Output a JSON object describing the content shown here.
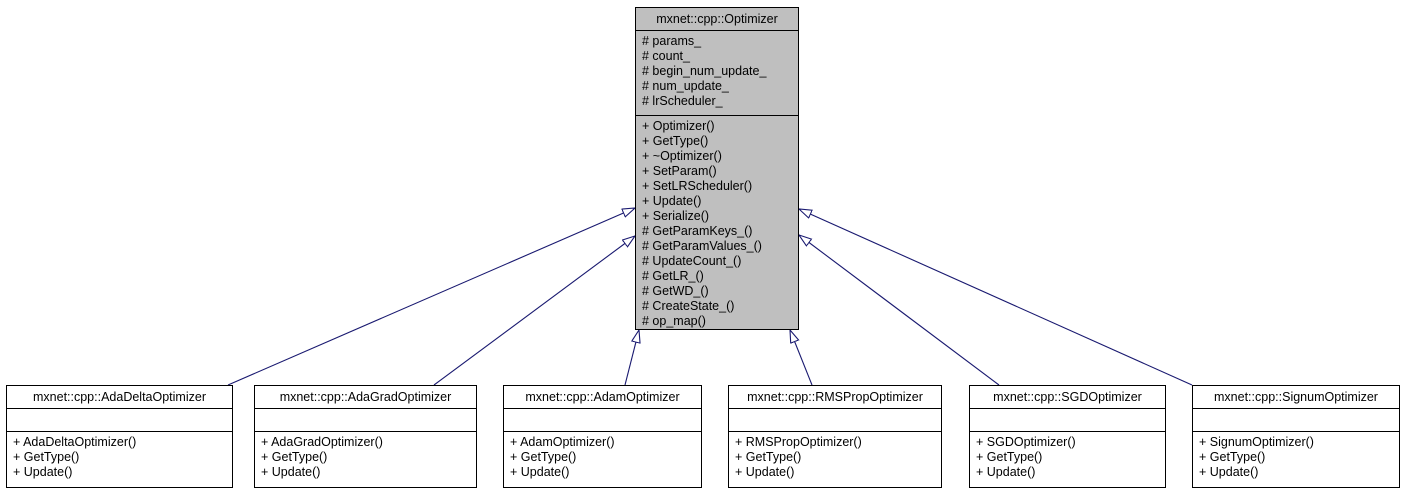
{
  "base_class": {
    "name": "mxnet::cpp::Optimizer",
    "fields": [
      "# params_",
      "# count_",
      "# begin_num_update_",
      "# num_update_",
      "# lrScheduler_"
    ],
    "methods": [
      "+ Optimizer()",
      "+ GetType()",
      "+ ~Optimizer()",
      "+ SetParam()",
      "+ SetLRScheduler()",
      "+ Update()",
      "+ Serialize()",
      "# GetParamKeys_()",
      "# GetParamValues_()",
      "# UpdateCount_()",
      "# GetLR_()",
      "# GetWD_()",
      "# CreateState_()",
      "# op_map()"
    ]
  },
  "derived_classes": [
    {
      "name": "mxnet::cpp::AdaDeltaOptimizer",
      "fields": [],
      "methods": [
        "+ AdaDeltaOptimizer()",
        "+ GetType()",
        "+ Update()"
      ]
    },
    {
      "name": "mxnet::cpp::AdaGradOptimizer",
      "fields": [],
      "methods": [
        "+ AdaGradOptimizer()",
        "+ GetType()",
        "+ Update()"
      ]
    },
    {
      "name": "mxnet::cpp::AdamOptimizer",
      "fields": [],
      "methods": [
        "+ AdamOptimizer()",
        "+ GetType()",
        "+ Update()"
      ]
    },
    {
      "name": "mxnet::cpp::RMSPropOptimizer",
      "fields": [],
      "methods": [
        "+ RMSPropOptimizer()",
        "+ GetType()",
        "+ Update()"
      ]
    },
    {
      "name": "mxnet::cpp::SGDOptimizer",
      "fields": [],
      "methods": [
        "+ SGDOptimizer()",
        "+ GetType()",
        "+ Update()"
      ]
    },
    {
      "name": "mxnet::cpp::SignumOptimizer",
      "fields": [],
      "methods": [
        "+ SignumOptimizer()",
        "+ GetType()",
        "+ Update()"
      ]
    }
  ],
  "relationships": [
    {
      "from": "mxnet::cpp::AdaDeltaOptimizer",
      "to": "mxnet::cpp::Optimizer",
      "type": "inheritance"
    },
    {
      "from": "mxnet::cpp::AdaGradOptimizer",
      "to": "mxnet::cpp::Optimizer",
      "type": "inheritance"
    },
    {
      "from": "mxnet::cpp::AdamOptimizer",
      "to": "mxnet::cpp::Optimizer",
      "type": "inheritance"
    },
    {
      "from": "mxnet::cpp::RMSPropOptimizer",
      "to": "mxnet::cpp::Optimizer",
      "type": "inheritance"
    },
    {
      "from": "mxnet::cpp::SGDOptimizer",
      "to": "mxnet::cpp::Optimizer",
      "type": "inheritance"
    },
    {
      "from": "mxnet::cpp::SignumOptimizer",
      "to": "mxnet::cpp::Optimizer",
      "type": "inheritance"
    }
  ],
  "colors": {
    "base-fill": "#bfbfbf",
    "derived-fill": "#ffffff",
    "border": "#000000",
    "edge": "#191970",
    "background": "#ffffff"
  }
}
